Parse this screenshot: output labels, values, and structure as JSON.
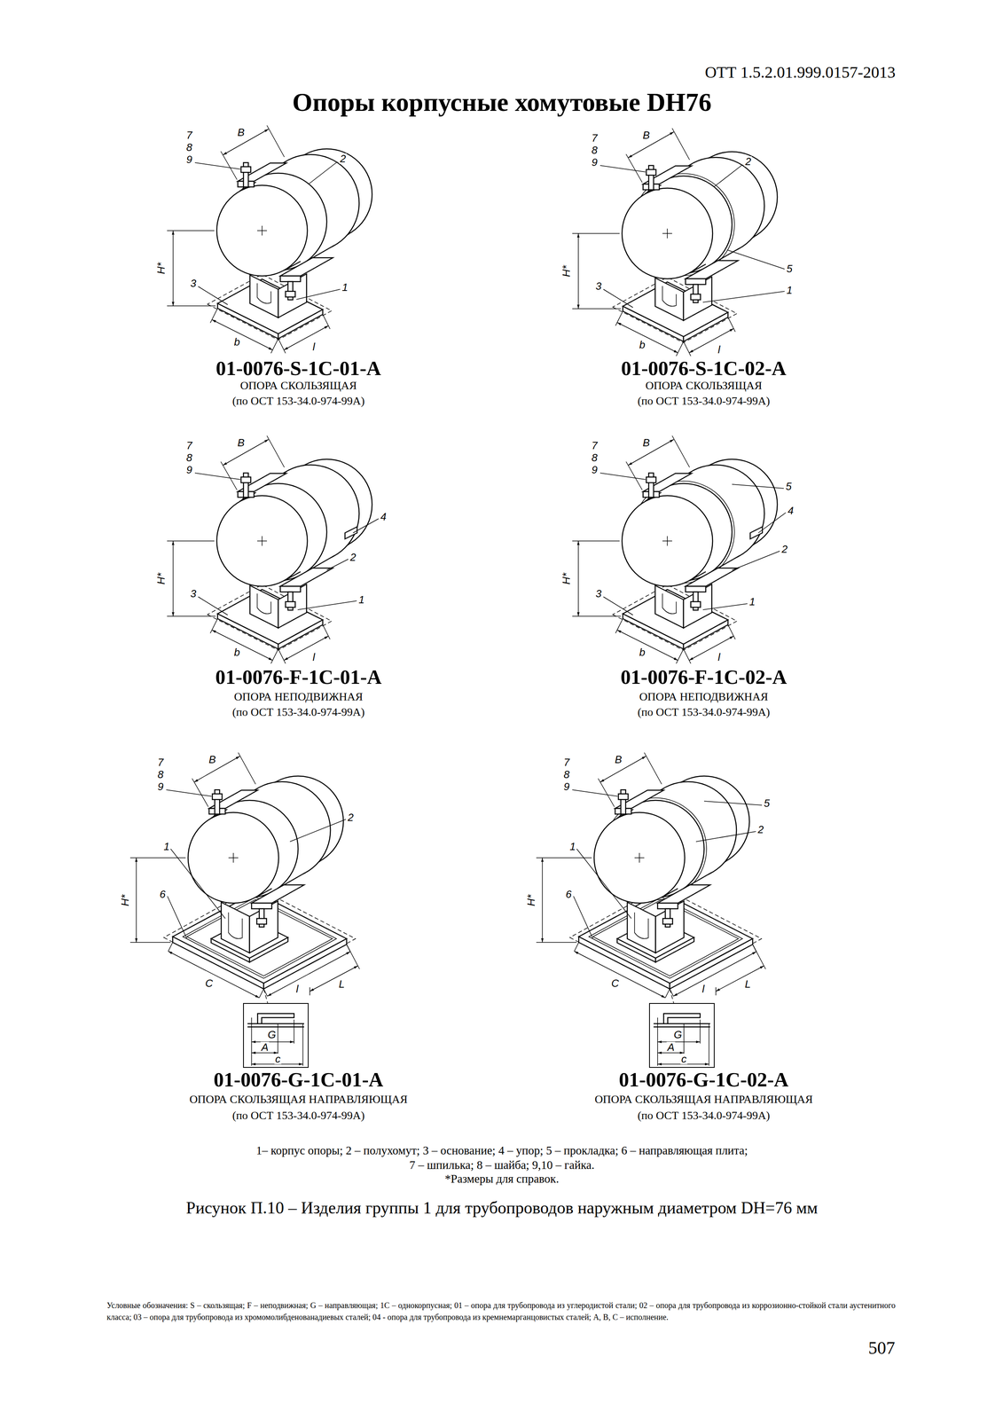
{
  "diagram": {
    "title": "Опоры корпусные хомутовые DH76",
    "caption": "Рисунок П.10 – Изделия группы 1 для трубопроводов наружным диаметром DH=76 мм",
    "labels": [
      "ОТТ 1.5.2.01.999.0157-2013",
      "7",
      "8",
      "9",
      "2",
      "В",
      "H*",
      "3",
      "1",
      "b",
      "l",
      "7",
      "8",
      "9",
      "2",
      "В",
      "H*",
      "5",
      "3",
      "1",
      "b",
      "l",
      "01-0076-S-1C-01-A",
      "ОПОРА СКОЛЬЗЯЩАЯ",
      "(по ОСТ 153-34.0-974-99А)",
      "01-0076-S-1C-02-A",
      "ОПОРА СКОЛЬЗЯЩАЯ",
      "(по ОСТ 153-34.0-974-99А)",
      "7",
      "8",
      "9",
      "В",
      "H*",
      "4",
      "2",
      "3",
      "1",
      "b",
      "l",
      "7",
      "8",
      "9",
      "В",
      "5",
      "4",
      "H*",
      "2",
      "3",
      "1",
      "b",
      "l",
      "01-0076-F-1C-01-A",
      "ОПОРА НЕПОДВИЖНАЯ",
      "(по ОСТ 153-34.0-974-99А)",
      "01-0076-F-1C-02-A",
      "ОПОРА НЕПОДВИЖНАЯ",
      "(по ОСТ 153-34.0-974-99А)",
      "7",
      "8",
      "9",
      "В",
      "2",
      "H*",
      "1",
      "6",
      "C",
      "l",
      "L",
      "G",
      "A",
      "c",
      "7",
      "8",
      "9",
      "В",
      "5",
      "2",
      "H*",
      "1",
      "6",
      "C",
      "l",
      "L",
      "G",
      "A",
      "c",
      "01-0076-G-1C-01-A",
      "ОПОРА СКОЛЬЗЯЩАЯ НАПРАВЛЯЮЩАЯ",
      "(по ОСТ 153-34.0-974-99А)",
      "01-0076-G-1C-02-A",
      "ОПОРА СКОЛЬЗЯЩАЯ НАПРАВЛЯЮЩАЯ",
      "(по ОСТ 153-34.0-974-99А)",
      "1– корпус опоры; 2 – полухомут; 3 – основание; 4 – упор; 5 – прокладка; 6 – направляющая плита;",
      "7 – шпилька; 8 – шайба; 9,10 – гайка.",
      "*Размеры для справок.",
      "Условные обозначения: S – скользящая; F – неподвижная; G – направляющая; 1С – однокорпусная; 01 – опора для трубопровода из углеродистой стали; 02 – опора для трубопровода из коррозионно-стойкой стали аустенитного класса; 03 – опора для трубопровода из хромомолибденованадиевых сталей; 04 - опора для трубопровода из кремнемарганцовистых сталей; А, В, С – исполнение.",
      "507"
    ]
  }
}
